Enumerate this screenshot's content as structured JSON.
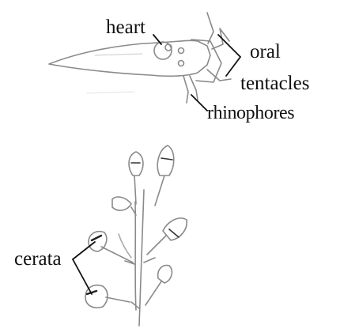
{
  "labels": {
    "heart": "heart",
    "oral": "oral",
    "tentacles": "tentacles",
    "rhinophores": "rhinophores",
    "cerata": "cerata"
  },
  "colors": {
    "sketch": "#8a8a8a",
    "ink": "#111111",
    "background": "#ffffff"
  }
}
